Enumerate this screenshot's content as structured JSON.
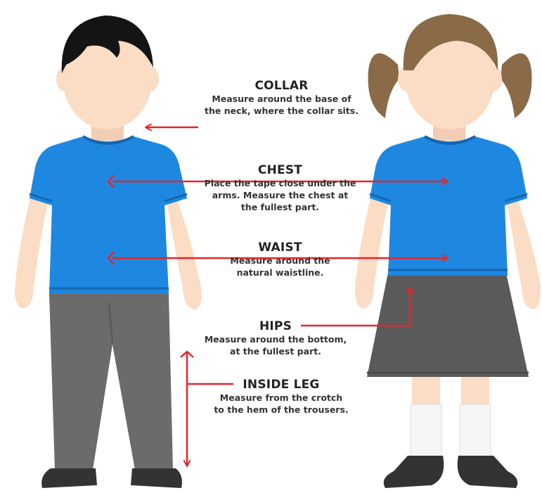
{
  "labels": {
    "collar": {
      "title": "COLLAR",
      "lines": [
        "Measure around the base of",
        "the neck, where the collar sits."
      ]
    },
    "chest": {
      "title": "CHEST",
      "lines": [
        "Place the tape close under the",
        "arms. Measure the chest at",
        "the fullest part."
      ]
    },
    "waist": {
      "title": "WAIST",
      "lines": [
        "Measure around the",
        "natural waistline."
      ]
    },
    "hips": {
      "title": "HIPS",
      "lines": [
        "Measure around the bottom,",
        "at the fullest part."
      ]
    },
    "inside_leg": {
      "title": "INSIDE LEG",
      "lines": [
        "Measure from the crotch",
        "to the hem of the trousers."
      ]
    }
  },
  "colors": {
    "arrow": "#e8242a",
    "shirt": "#1e88e0",
    "trousers": "#6b6b6b",
    "skirt": "#5a5a5a",
    "skin": "#fbdcc4",
    "boy_hair": "#141414",
    "girl_hair": "#8b6a48",
    "shoes": "#333333"
  },
  "figures": {
    "boy": "boy-figure",
    "girl": "girl-figure"
  }
}
